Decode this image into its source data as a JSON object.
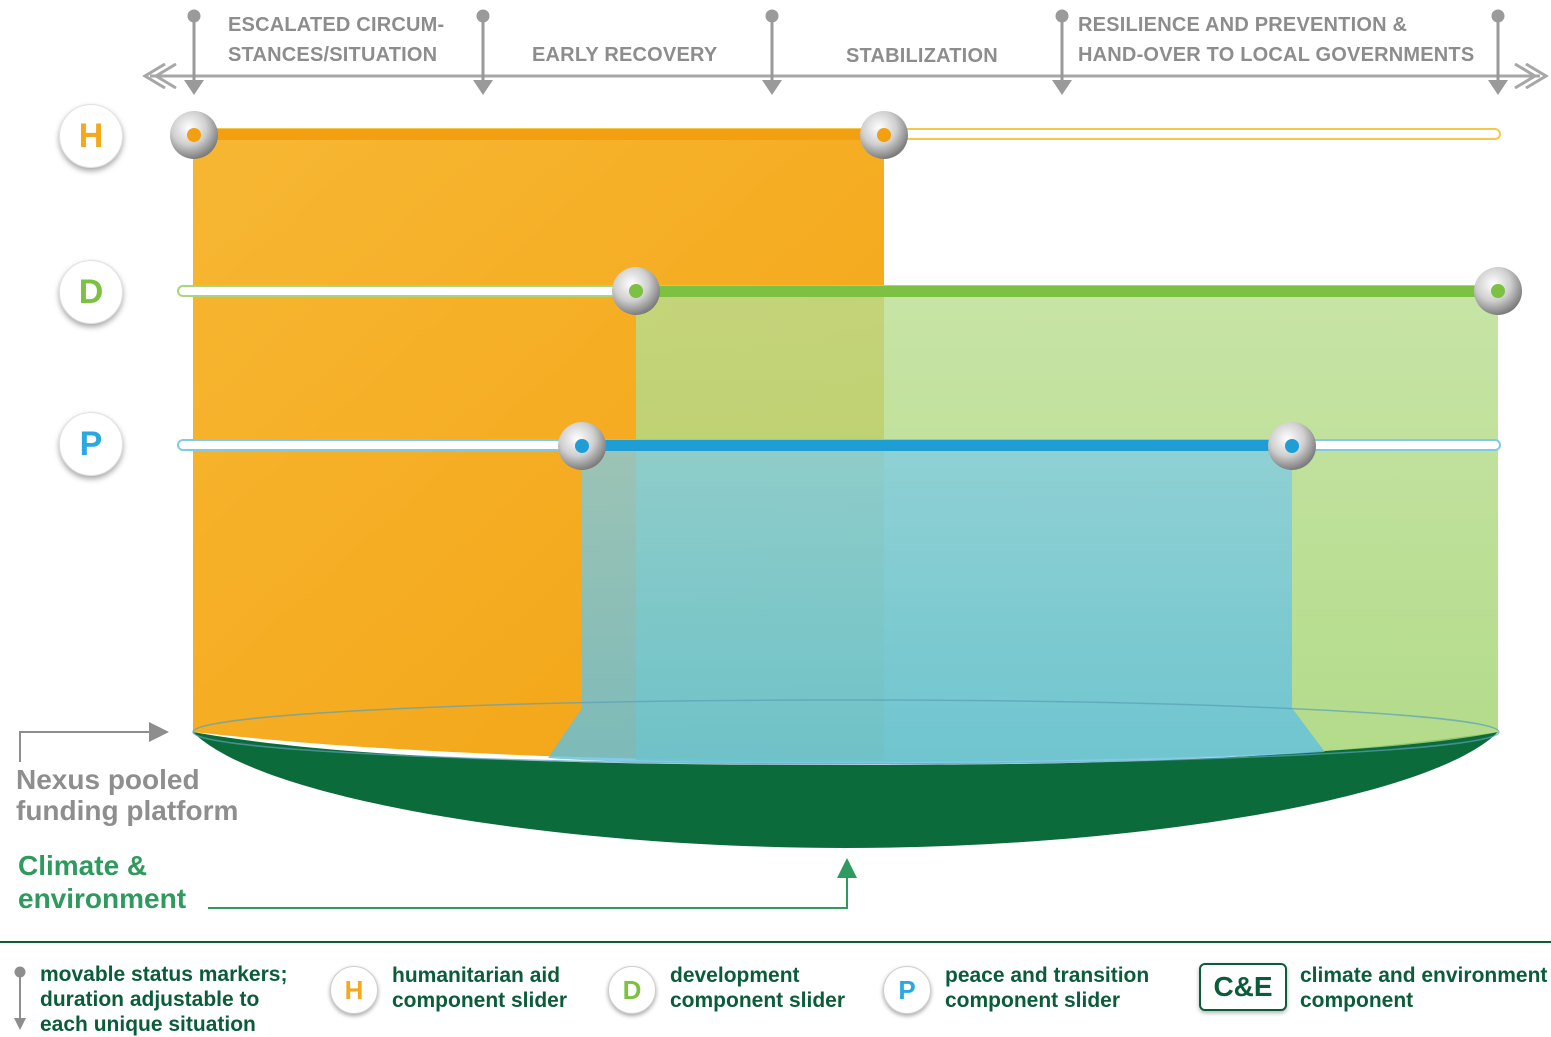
{
  "phases": {
    "p1_line1": "ESCALATED CIRCUM-",
    "p1_line2": "STANCES/SITUATION",
    "p2": "EARLY RECOVERY",
    "p3": "STABILIZATION",
    "p4_line1": "RESILIENCE AND PREVENTION &",
    "p4_line2": "HAND-OVER TO LOCAL GOVERNMENTS"
  },
  "rows": [
    {
      "letter": "H",
      "color": "#f5a81b"
    },
    {
      "letter": "D",
      "color": "#7cc142"
    },
    {
      "letter": "P",
      "color": "#29a9e0"
    }
  ],
  "platform": {
    "line1": "Nexus pooled",
    "line2": "funding platform"
  },
  "climate": {
    "line1": "Climate &",
    "line2": "environment",
    "color": "#0b5d3a"
  },
  "legend": {
    "markers_line1": "movable status markers;",
    "markers_line2": "duration adjustable to",
    "markers_line3": "each unique situation",
    "h_letter": "H",
    "h_line1": "humanitarian aid",
    "h_line2": "component slider",
    "d_letter": "D",
    "d_line1": "development",
    "d_line2": "component slider",
    "p_letter": "P",
    "p_line1": "peace and transition",
    "p_line2": "component slider",
    "ce_badge": "C&E",
    "ce_line1": "climate and environment",
    "ce_line2": "component"
  }
}
